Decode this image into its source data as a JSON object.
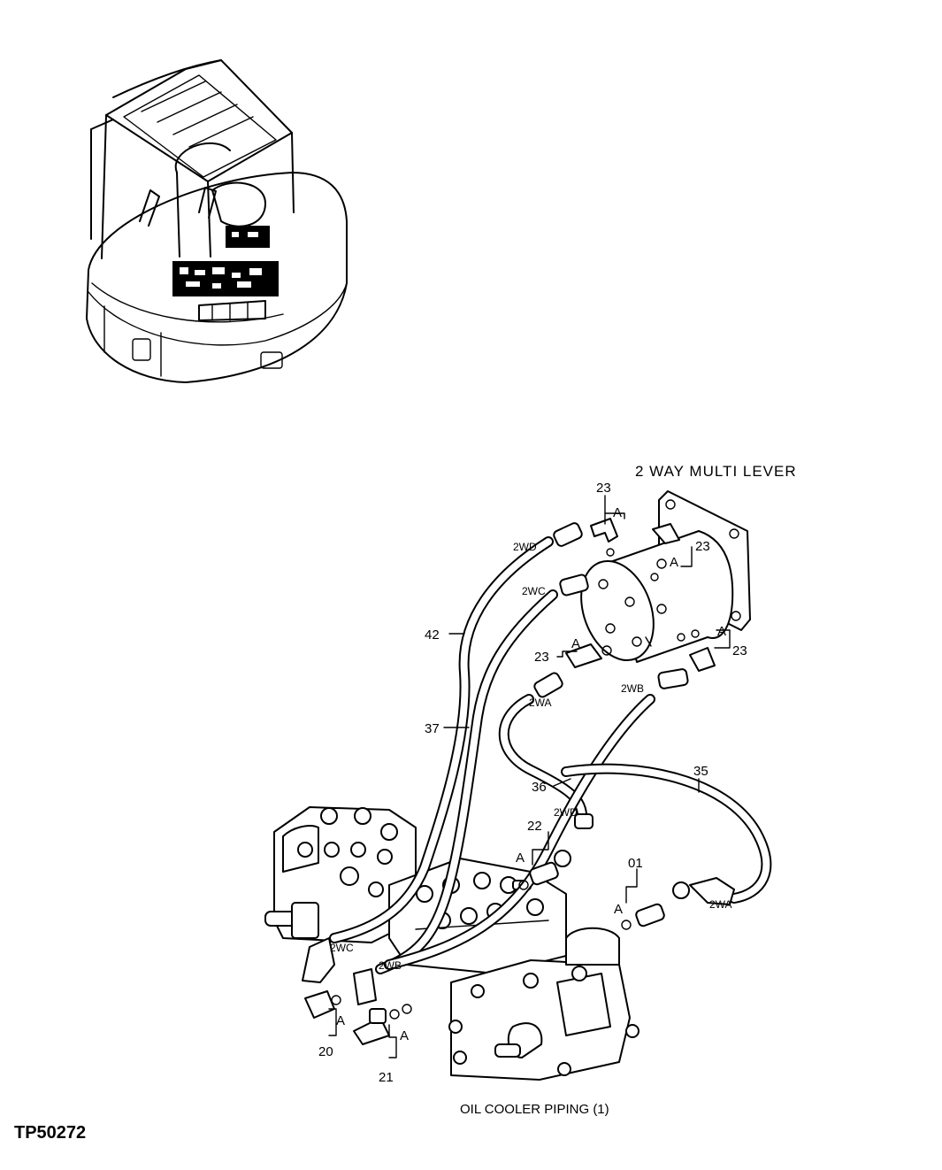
{
  "figure_id": "TP50272",
  "caption": "OIL COOLER PIPING (1)",
  "title_label": "2 WAY MULTI LEVER",
  "callouts": {
    "c23a": "23",
    "c23b": "23",
    "c23c": "23",
    "c23d": "23",
    "c22": "22",
    "c01": "01",
    "c20": "20",
    "c21": "21",
    "c42": "42",
    "c37": "37",
    "c36": "36",
    "c35": "35"
  },
  "port_labels": {
    "p2wd_top": "2WD",
    "p2wc_top": "2WC",
    "p2wa_top": "2WA",
    "p2wb_top": "2WB",
    "p2wd_bot": "2WD",
    "p2wc_bot": "2WC",
    "p2wb_bot": "2WB",
    "p2wa_bot": "2WA"
  },
  "marker_a": "A"
}
